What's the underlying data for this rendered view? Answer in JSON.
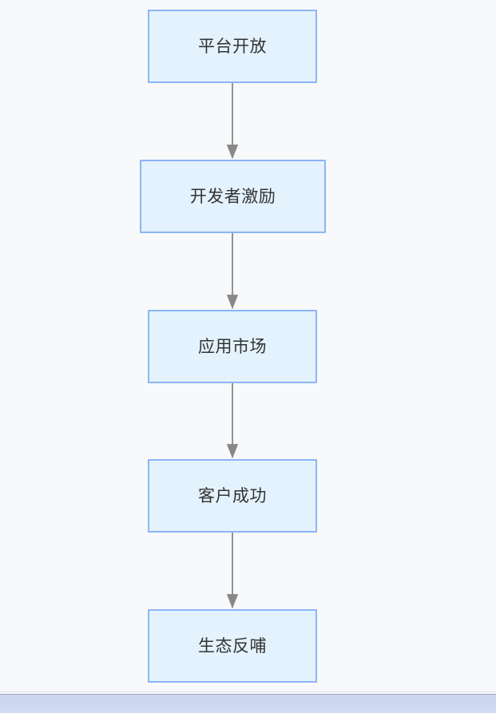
{
  "diagram": {
    "type": "flowchart",
    "direction": "top-to-bottom",
    "background_color": "#f8f9fb",
    "node_fill_color": "#e3f2fd",
    "node_border_color": "#8cb4f8",
    "node_text_color": "#333333",
    "edge_color": "#888888",
    "nodes": [
      {
        "id": "node-0",
        "label": "平台开放"
      },
      {
        "id": "node-1",
        "label": "开发者激励"
      },
      {
        "id": "node-2",
        "label": "应用市场"
      },
      {
        "id": "node-3",
        "label": "客户成功"
      },
      {
        "id": "node-4",
        "label": "生态反哺"
      }
    ],
    "edges": [
      {
        "from": "平台开放",
        "to": "开发者激励",
        "arrow": "arrowhead-down-icon"
      },
      {
        "from": "开发者激励",
        "to": "应用市场",
        "arrow": "arrowhead-down-icon"
      },
      {
        "from": "应用市场",
        "to": "客户成功",
        "arrow": "arrowhead-down-icon"
      },
      {
        "from": "客户成功",
        "to": "生态反哺",
        "arrow": "arrowhead-down-icon"
      }
    ]
  },
  "chrome": {
    "scrollbar_orientation": "horizontal"
  }
}
